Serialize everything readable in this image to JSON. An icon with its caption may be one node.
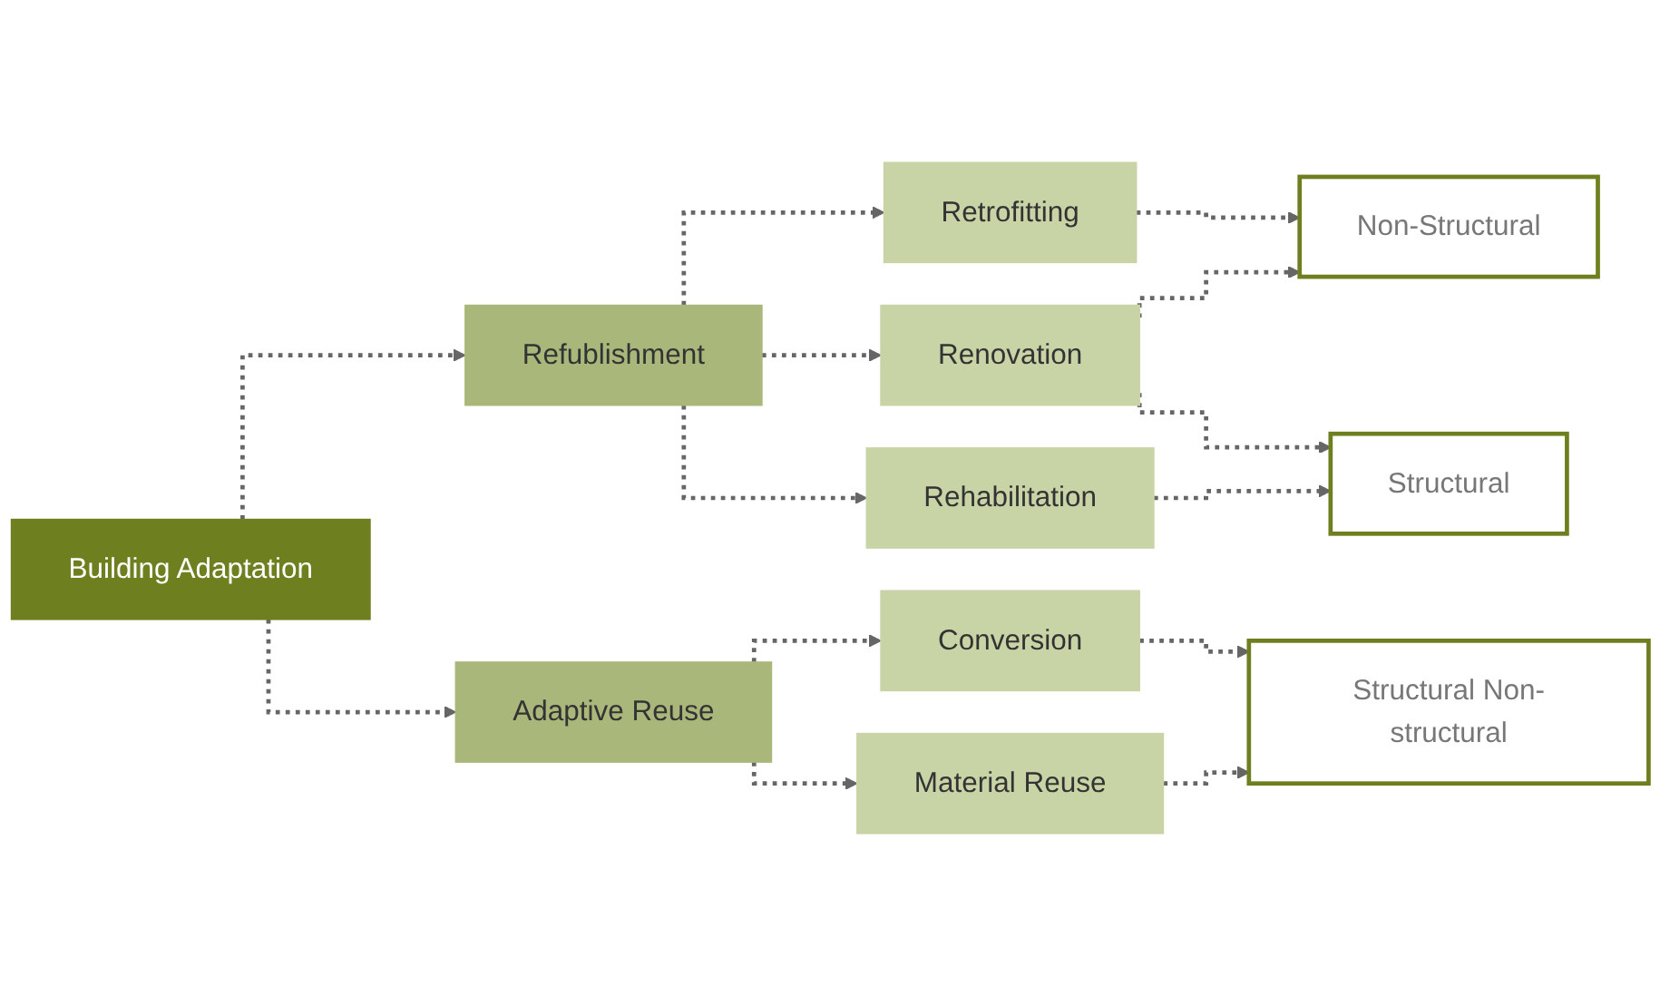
{
  "diagram": {
    "nodes": [
      {
        "text": [
          "Building Adaptation"
        ]
      },
      {
        "text": [
          "Refublishment"
        ]
      },
      {
        "text": [
          "Adaptive Reuse"
        ]
      },
      {
        "text": [
          "Retrofitting"
        ]
      },
      {
        "text": [
          "Renovation"
        ]
      },
      {
        "text": [
          "Rehabilitation"
        ]
      },
      {
        "text": [
          "Conversion"
        ]
      },
      {
        "text": [
          "Material Reuse"
        ]
      },
      {
        "text": [
          "Non-Structural"
        ]
      },
      {
        "text": [
          "Structural"
        ]
      },
      {
        "text": [
          "Structural Non-structural"
        ]
      }
    ],
    "edges": [
      {
        "from": 0,
        "to": 1,
        "arrow": "to",
        "style": "dashed"
      },
      {
        "from": 0,
        "to": 2,
        "arrow": "to",
        "style": "dashed"
      },
      {
        "from": 1,
        "to": 3,
        "arrow": "to",
        "style": "dashed"
      },
      {
        "from": 1,
        "to": 4,
        "arrow": "to",
        "style": "dashed"
      },
      {
        "from": 1,
        "to": 5,
        "arrow": "to",
        "style": "dashed"
      },
      {
        "from": 2,
        "to": 6,
        "arrow": "to",
        "style": "dashed"
      },
      {
        "from": 2,
        "to": 7,
        "arrow": "to",
        "style": "dashed"
      },
      {
        "from": 3,
        "to": 8,
        "arrow": "to",
        "style": "dashed"
      },
      {
        "from": 4,
        "to": 8,
        "arrow": "to",
        "style": "dashed"
      },
      {
        "from": 4,
        "to": 9,
        "arrow": "to",
        "style": "dashed"
      },
      {
        "from": 5,
        "to": 9,
        "arrow": "to",
        "style": "dashed"
      },
      {
        "from": 6,
        "to": 10,
        "arrow": "to",
        "style": "dashed"
      },
      {
        "from": 7,
        "to": 10,
        "arrow": "to",
        "style": "dashed"
      }
    ]
  }
}
